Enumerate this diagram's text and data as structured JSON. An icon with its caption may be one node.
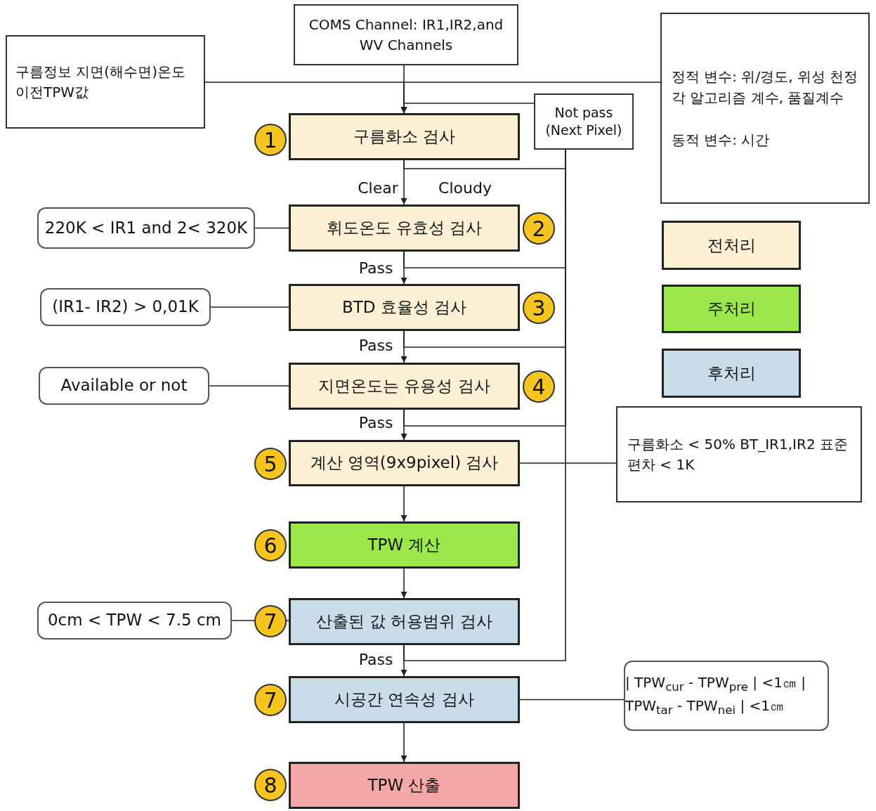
{
  "diagram": {
    "nodes": [
      {
        "text": [
          "COMS Channel: IR1,IR2,and WV Channels"
        ]
      },
      {
        "text": [
          "구름정보 지면(해수면)온도 이전TPW값"
        ]
      },
      {
        "text": [
          "정적 변수: 위/경도, 위성 천정각 알고리즘 계수, 품질계수",
          "동적 변수: 시간"
        ]
      },
      {
        "text": [
          "Not pass (Next Pixel)"
        ]
      },
      {
        "text": [
          "구름화소 검사"
        ],
        "beside": [
          "1"
        ]
      },
      {
        "text": [
          "휘도온도 유효성 검사"
        ],
        "beside": [
          "2"
        ]
      },
      {
        "text": [
          "BTD 효율성 검사"
        ],
        "beside": [
          "3"
        ]
      },
      {
        "text": [
          "지면온도는 유용성 검사"
        ],
        "beside": [
          "4"
        ]
      },
      {
        "text": [
          "계산 영역(9x9pixel) 검사"
        ],
        "beside": [
          "5"
        ]
      },
      {
        "text": [
          "TPW 계산"
        ],
        "beside": [
          "6"
        ]
      },
      {
        "text": [
          "산출된 값 허용범위 검사"
        ],
        "beside": [
          "7"
        ]
      },
      {
        "text": [
          "시공간 연속성 검사"
        ],
        "beside": [
          "7"
        ]
      },
      {
        "text": [
          "TPW 산출"
        ],
        "beside": [
          "8"
        ]
      },
      {
        "text": [
          "220K < IR1 and 2< 320K"
        ]
      },
      {
        "text": [
          "(IR1- IR2) > 0,01K"
        ]
      },
      {
        "text": [
          "Available or not"
        ]
      },
      {
        "text": [
          "구름화소 < 50% BT_IR1,IR2 표준편차 < 1K"
        ]
      },
      {
        "text": [
          "0cm < TPW < 7.5 cm"
        ]
      },
      {
        "text": [
          "| TPW$_{cur}$ - TPW$_{pre}$ | <1㎝ | TPW$_{tar}$ - TPW$_{nei}$ | <1㎝"
        ]
      }
    ],
    "edges": [
      {
        "from": 0,
        "to": 4,
        "arrow": "to"
      },
      {
        "from": 1,
        "to": 4,
        "arrow": "to"
      },
      {
        "from": 2,
        "to": 4,
        "arrow": "to"
      },
      {
        "from": 3,
        "to": 4,
        "arrow": "to"
      },
      {
        "from": 4,
        "to": 5,
        "arrow": "to",
        "label": "Clear"
      },
      {
        "from": 4,
        "to": 3,
        "arrow": "none",
        "label": "Cloudy"
      },
      {
        "from": 5,
        "to": 6,
        "arrow": "to",
        "label": "Pass"
      },
      {
        "from": 6,
        "to": 7,
        "arrow": "to",
        "label": "Pass"
      },
      {
        "from": 7,
        "to": 8,
        "arrow": "to",
        "label": "Pass"
      },
      {
        "from": 8,
        "to": 9,
        "arrow": "to"
      },
      {
        "from": 9,
        "to": 10,
        "arrow": "to"
      },
      {
        "from": 10,
        "to": 11,
        "arrow": "to",
        "label": "Pass"
      },
      {
        "from": 11,
        "to": 12,
        "arrow": "to"
      },
      {
        "from": 5,
        "to": 3,
        "arrow": "none"
      },
      {
        "from": 6,
        "to": 3,
        "arrow": "none"
      },
      {
        "from": 7,
        "to": 3,
        "arrow": "none"
      },
      {
        "from": 10,
        "to": 3,
        "arrow": "none"
      },
      {
        "from": 13,
        "to": 5,
        "arrow": "none"
      },
      {
        "from": 14,
        "to": 6,
        "arrow": "none"
      },
      {
        "from": 15,
        "to": 7,
        "arrow": "none"
      },
      {
        "from": 8,
        "to": 16,
        "arrow": "none"
      },
      {
        "from": 17,
        "to": 10,
        "arrow": "none"
      },
      {
        "from": 11,
        "to": 18,
        "arrow": "none"
      }
    ],
    "legend": [
      {
        "text": "전처리",
        "color": "#fcf0d4"
      },
      {
        "text": "주처리",
        "color": "#9be84a"
      },
      {
        "text": "후처리",
        "color": "#c9dce8"
      }
    ]
  }
}
